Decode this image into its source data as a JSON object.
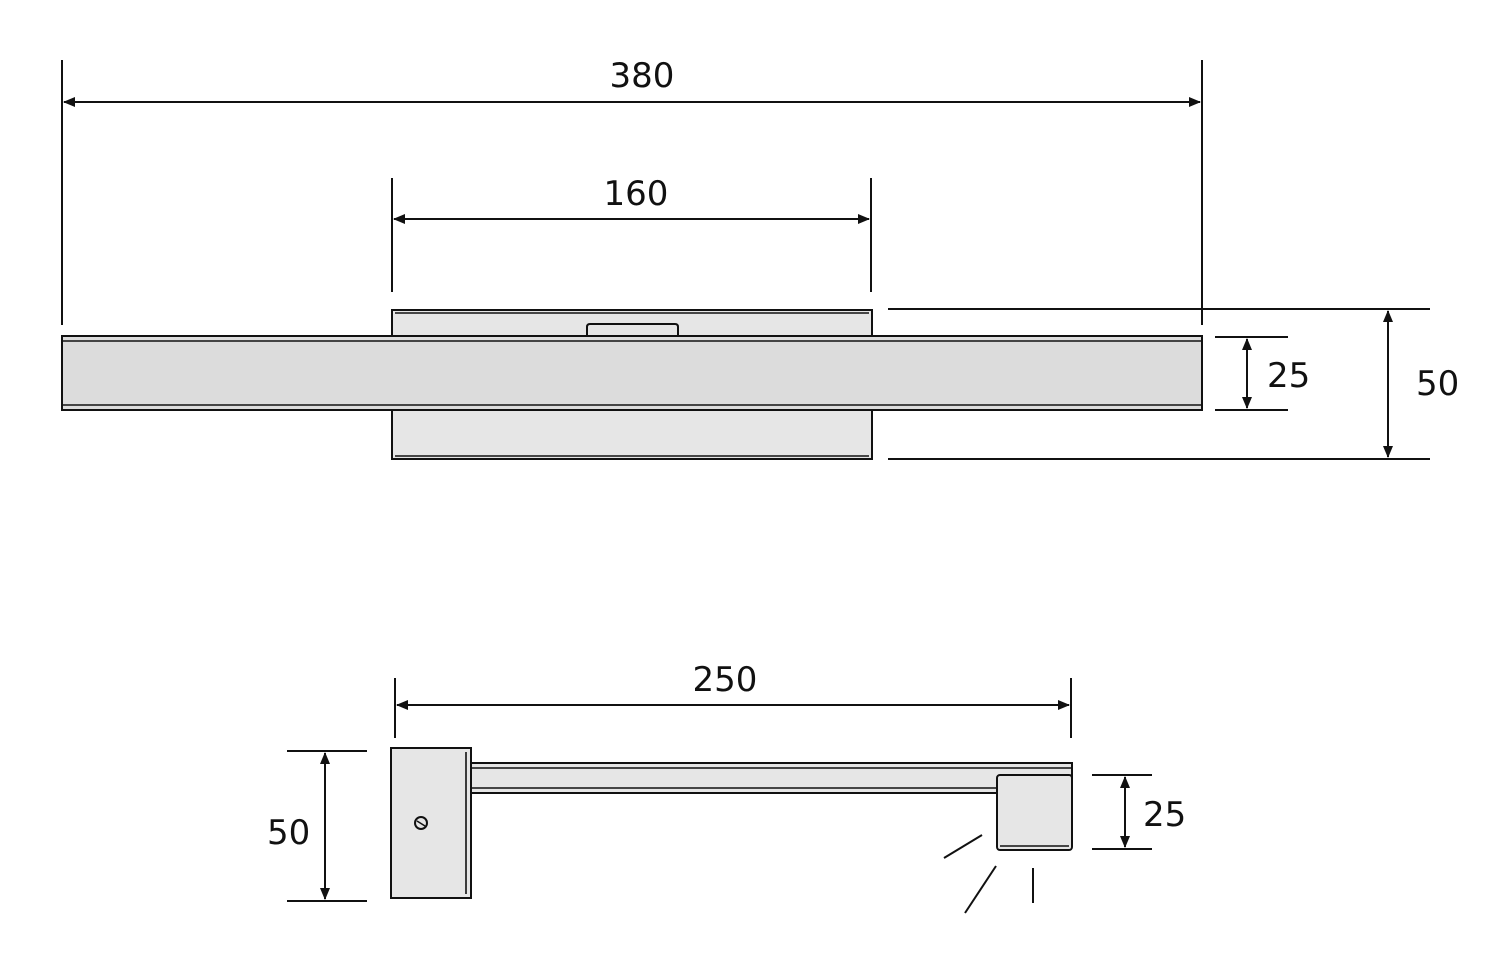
{
  "top_view": {
    "dim_overall_length": "380",
    "dim_bracket_width": "160",
    "dim_bar_height": "25",
    "dim_bracket_height": "50"
  },
  "side_view": {
    "dim_projection": "250",
    "dim_base_height": "50",
    "dim_head_height": "25"
  },
  "colors": {
    "line": "#111111",
    "body_fill": "#dcdcdc",
    "bracket_fill": "#e6e6e6"
  }
}
